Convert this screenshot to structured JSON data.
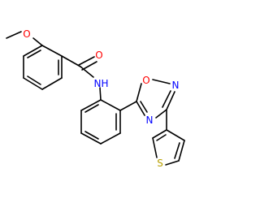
{
  "molecule": {
    "atoms": [
      {
        "id": "O_methoxy",
        "symbol": "O"
      },
      {
        "id": "O_carbonyl",
        "symbol": "O"
      },
      {
        "id": "N_amide",
        "symbol": "N",
        "hydrogens": "H"
      },
      {
        "id": "O_ring",
        "symbol": "O"
      },
      {
        "id": "N_ring_top",
        "symbol": "N"
      },
      {
        "id": "N_ring_bottom",
        "symbol": "N"
      },
      {
        "id": "S_thiophene",
        "symbol": "S"
      }
    ],
    "colors": {
      "O": "#ff0000",
      "N": "#0000ff",
      "S": "#b8a000",
      "bond": "#000000"
    }
  }
}
